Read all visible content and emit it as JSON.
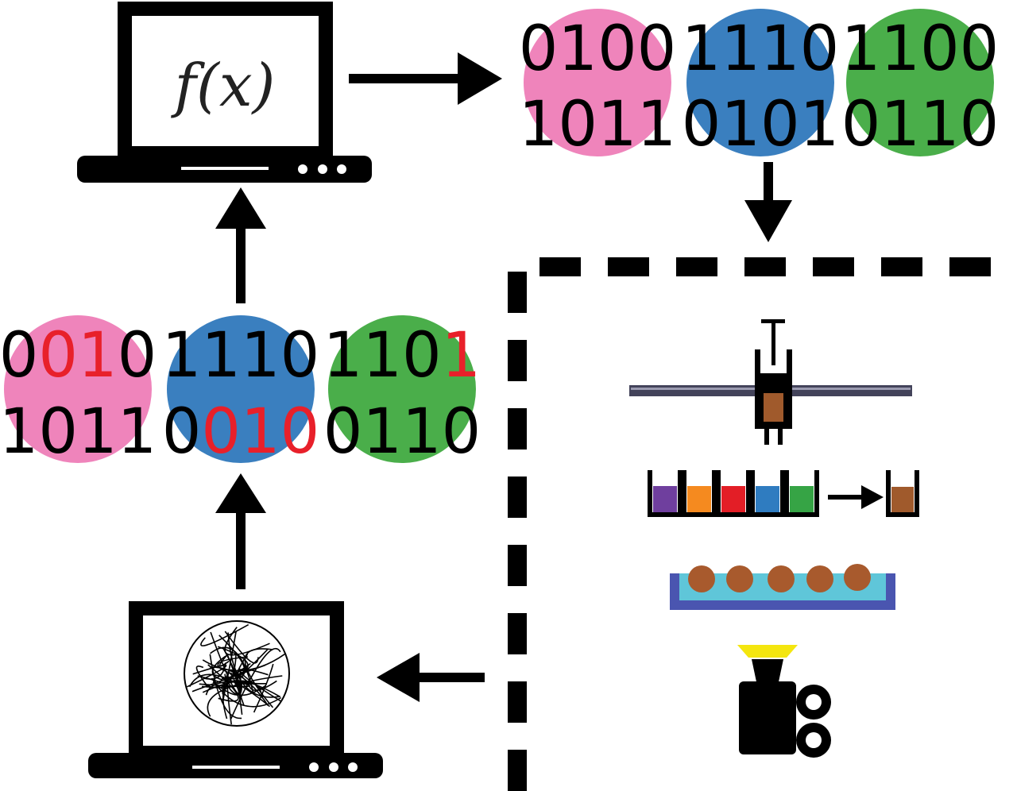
{
  "formula": "f(x)",
  "colors": {
    "pink": "#ef84bb",
    "blue": "#3a7fbf",
    "green": "#4aae4a",
    "mutated_bit": "#e8202a",
    "stage": "#43435a",
    "dish_rim": "#4a55b0",
    "dish_fill": "#5fc6d9",
    "bead": "#a85a2d",
    "light": "#f4e60f"
  },
  "genome_top": [
    {
      "color": "pink",
      "rows": [
        [
          {
            "t": "0100"
          }
        ],
        [
          {
            "t": "1011"
          }
        ]
      ]
    },
    {
      "color": "blue",
      "rows": [
        [
          {
            "t": "1110"
          }
        ],
        [
          {
            "t": "0101"
          }
        ]
      ]
    },
    {
      "color": "green",
      "rows": [
        [
          {
            "t": "1100"
          }
        ],
        [
          {
            "t": "0110"
          }
        ]
      ]
    }
  ],
  "genome_left": [
    {
      "color": "pink",
      "rows": [
        [
          {
            "t": "0"
          },
          {
            "t": "01",
            "m": true
          },
          {
            "t": "0"
          }
        ],
        [
          {
            "t": "1011"
          }
        ]
      ]
    },
    {
      "color": "blue",
      "rows": [
        [
          {
            "t": "1110"
          }
        ],
        [
          {
            "t": "0"
          },
          {
            "t": "010",
            "m": true
          }
        ]
      ]
    },
    {
      "color": "green",
      "rows": [
        [
          {
            "t": "110"
          },
          {
            "t": "1",
            "m": true
          }
        ],
        [
          {
            "t": "0110"
          }
        ]
      ]
    }
  ],
  "reservoirs": [
    "#6f3f9e",
    "#f58a1f",
    "#e31e26",
    "#2f7cc0",
    "#36a445"
  ],
  "mixed_color": "#a05a2c"
}
